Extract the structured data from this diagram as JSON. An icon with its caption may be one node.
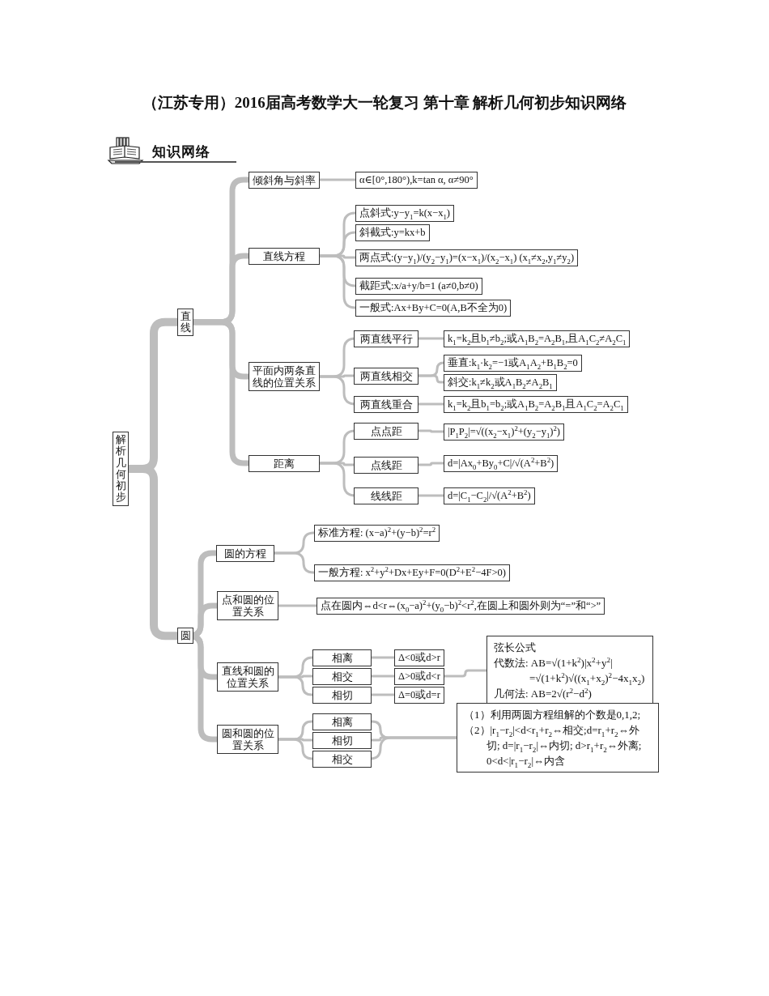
{
  "diagram": {
    "title": "（江苏专用）2016届高考数学大一轮复习 第十章 解析几何初步知识网络",
    "nodes": [
      {
        "text": [
          "解析几何初步"
        ]
      },
      {
        "text": [
          "直线"
        ]
      },
      {
        "text": [
          "倾斜角与斜率"
        ]
      },
      {
        "text": [
          "α∈[0°,180°),k=tan α, α≠90°"
        ]
      },
      {
        "text": [
          "直线方程"
        ]
      },
      {
        "text": [
          "点斜式:y−y$_{1}$=k(x−x$_{1}$)"
        ]
      },
      {
        "text": [
          "斜截式:y=kx+b"
        ]
      },
      {
        "text": [
          "两点式:(y−y$_{1}$)/(y$_{2}$−y$_{1}$)=(x−x$_{1}$)/(x$_{2}$−x$_{1}$) (x$_{1}$≠x$_{2}$,y$_{1}$≠y$_{2}$)"
        ]
      },
      {
        "text": [
          "截距式:x/a+y/b=1 (a≠0,b≠0)"
        ]
      },
      {
        "text": [
          "一般式:Ax+By+C=0(A,B不全为0)"
        ]
      },
      {
        "text": [
          "平面内两条直线的位置关系"
        ]
      },
      {
        "text": [
          "两直线平行"
        ]
      },
      {
        "text": [
          "k$_{1}$=k$_{2}$且b$_{1}$≠b$_{2}$;或A$_{1}$B$_{2}$=A$_{2}$B$_{1}$,且A$_{1}$C$_{2}$≠A$_{2}$C$_{1}$"
        ]
      },
      {
        "text": [
          "两直线相交"
        ]
      },
      {
        "text": [
          "垂直:k$_{1}$·k$_{2}$=−1或A$_{1}$A$_{2}$+B$_{1}$B$_{2}$=0"
        ]
      },
      {
        "text": [
          "斜交:k$_{1}$≠k$_{2}$或A$_{1}$B$_{2}$≠A$_{2}$B$_{1}$"
        ]
      },
      {
        "text": [
          "两直线重合"
        ]
      },
      {
        "text": [
          "k$_{1}$=k$_{2}$且b$_{1}$=b$_{2}$;或A$_{1}$B$_{2}$=A$_{2}$B$_{1}$且A$_{1}$C$_{2}$=A$_{2}$C$_{1}$"
        ]
      },
      {
        "text": [
          "距离"
        ]
      },
      {
        "text": [
          "点点距"
        ]
      },
      {
        "text": [
          "|P$_{1}$P$_{2}$|=√((x$_{2}$−x$_{1}$)$^{2}$+(y$_{2}$−y$_{1}$)$^{2}$)"
        ]
      },
      {
        "text": [
          "点线距"
        ]
      },
      {
        "text": [
          "d=|Ax$_{0}$+By$_{0}$+C|/√(A$^{2}$+B$^{2}$)"
        ]
      },
      {
        "text": [
          "线线距"
        ]
      },
      {
        "text": [
          "d=|C$_{1}$−C$_{2}$|/√(A$^{2}$+B$^{2}$)"
        ]
      },
      {
        "text": [
          "圆"
        ]
      },
      {
        "text": [
          "圆的方程"
        ]
      },
      {
        "text": [
          "标准方程: (x−a)$^{2}$+(y−b)$^{2}$=r$^{2}$"
        ]
      },
      {
        "text": [
          "一般方程: x$^{2}$+y$^{2}$+Dx+Ey+F=0(D$^{2}$+E$^{2}$−4F>0)"
        ]
      },
      {
        "text": [
          "点和圆的位置关系"
        ]
      },
      {
        "text": [
          "点在圆内⇔d<r⇔(x$_{0}$−a)$^{2}$+(y$_{0}$−b)$^{2}$<r$^{2}$,在圆上和圆外则为“=”和“>”"
        ]
      },
      {
        "text": [
          "直线和圆的位置关系"
        ]
      },
      {
        "text": [
          "相离"
        ]
      },
      {
        "text": [
          "Δ<0或d>r"
        ]
      },
      {
        "text": [
          "相交"
        ]
      },
      {
        "text": [
          "Δ>0或d<r"
        ]
      },
      {
        "text": [
          "相切"
        ]
      },
      {
        "text": [
          "Δ=0或d=r"
        ]
      },
      {
        "text": [
          "弦长公式",
          "代数法: AB=√(1+k$^{2}$)|x$^{2}$+y$^{2}$|",
          "=√(1+k$^{2}$)√((x$_{1}$+x$_{2}$)$^{2}$−4x$_{1}$x$_{2}$)",
          "几何法: AB=2√(r$^{2}$−d$^{2}$)"
        ]
      },
      {
        "text": [
          "圆和圆的位置关系"
        ]
      },
      {
        "text": [
          "相离"
        ]
      },
      {
        "text": [
          "相切"
        ]
      },
      {
        "text": [
          "相交"
        ]
      },
      {
        "text": [
          "（1）利用两圆方程组解的个数是0,1,2;",
          "（2）|r$_{1}$−r$_{2}$|<d<r$_{1}$+r$_{2}$⇔相交;d=r$_{1}$+r$_{2}$⇔外切; d=|r$_{1}$−r$_{2}$|⇔内切; d>r$_{1}$+r$_{2}$⇔外离; 0<d<|r$_{1}$−r$_{2}$|⇔内含"
        ]
      }
    ],
    "edges": [
      {
        "from": 0,
        "to": 1,
        "arrow": "none",
        "style": "thick"
      },
      {
        "from": 0,
        "to": 25,
        "arrow": "none",
        "style": "thick"
      },
      {
        "from": 1,
        "to": 2,
        "arrow": "none",
        "style": "thick"
      },
      {
        "from": 1,
        "to": 4,
        "arrow": "none",
        "style": "thick"
      },
      {
        "from": 1,
        "to": 10,
        "arrow": "none",
        "style": "thick"
      },
      {
        "from": 1,
        "to": 18,
        "arrow": "none",
        "style": "thick"
      },
      {
        "from": 2,
        "to": 3,
        "arrow": "none"
      },
      {
        "from": 4,
        "to": 5,
        "arrow": "none"
      },
      {
        "from": 4,
        "to": 6,
        "arrow": "none"
      },
      {
        "from": 4,
        "to": 7,
        "arrow": "none"
      },
      {
        "from": 4,
        "to": 8,
        "arrow": "none"
      },
      {
        "from": 4,
        "to": 9,
        "arrow": "none"
      },
      {
        "from": 10,
        "to": 11,
        "arrow": "none"
      },
      {
        "from": 10,
        "to": 13,
        "arrow": "none"
      },
      {
        "from": 10,
        "to": 16,
        "arrow": "none"
      },
      {
        "from": 11,
        "to": 12,
        "arrow": "none"
      },
      {
        "from": 13,
        "to": 14,
        "arrow": "none"
      },
      {
        "from": 13,
        "to": 15,
        "arrow": "none"
      },
      {
        "from": 16,
        "to": 17,
        "arrow": "none"
      },
      {
        "from": 18,
        "to": 19,
        "arrow": "none"
      },
      {
        "from": 18,
        "to": 21,
        "arrow": "none"
      },
      {
        "from": 18,
        "to": 23,
        "arrow": "none"
      },
      {
        "from": 19,
        "to": 20,
        "arrow": "none"
      },
      {
        "from": 21,
        "to": 22,
        "arrow": "none"
      },
      {
        "from": 23,
        "to": 24,
        "arrow": "none"
      },
      {
        "from": 25,
        "to": 26,
        "arrow": "none",
        "style": "thick"
      },
      {
        "from": 25,
        "to": 29,
        "arrow": "none",
        "style": "thick"
      },
      {
        "from": 25,
        "to": 31,
        "arrow": "none",
        "style": "thick"
      },
      {
        "from": 25,
        "to": 39,
        "arrow": "none",
        "style": "thick"
      },
      {
        "from": 26,
        "to": 27,
        "arrow": "none"
      },
      {
        "from": 26,
        "to": 28,
        "arrow": "none"
      },
      {
        "from": 29,
        "to": 30,
        "arrow": "none"
      },
      {
        "from": 31,
        "to": 32,
        "arrow": "none"
      },
      {
        "from": 31,
        "to": 34,
        "arrow": "none"
      },
      {
        "from": 31,
        "to": 36,
        "arrow": "none"
      },
      {
        "from": 32,
        "to": 33,
        "arrow": "none"
      },
      {
        "from": 34,
        "to": 35,
        "arrow": "none"
      },
      {
        "from": 36,
        "to": 37,
        "arrow": "none"
      },
      {
        "from": 35,
        "to": 38,
        "arrow": "none"
      },
      {
        "from": 39,
        "to": 40,
        "arrow": "none"
      },
      {
        "from": 39,
        "to": 41,
        "arrow": "none"
      },
      {
        "from": 39,
        "to": 42,
        "arrow": "none"
      },
      {
        "from": 40,
        "to": 43,
        "arrow": "none"
      },
      {
        "from": 41,
        "to": 43,
        "arrow": "none"
      },
      {
        "from": 42,
        "to": 43,
        "arrow": "none"
      }
    ],
    "labels": [
      "知识网络"
    ]
  }
}
